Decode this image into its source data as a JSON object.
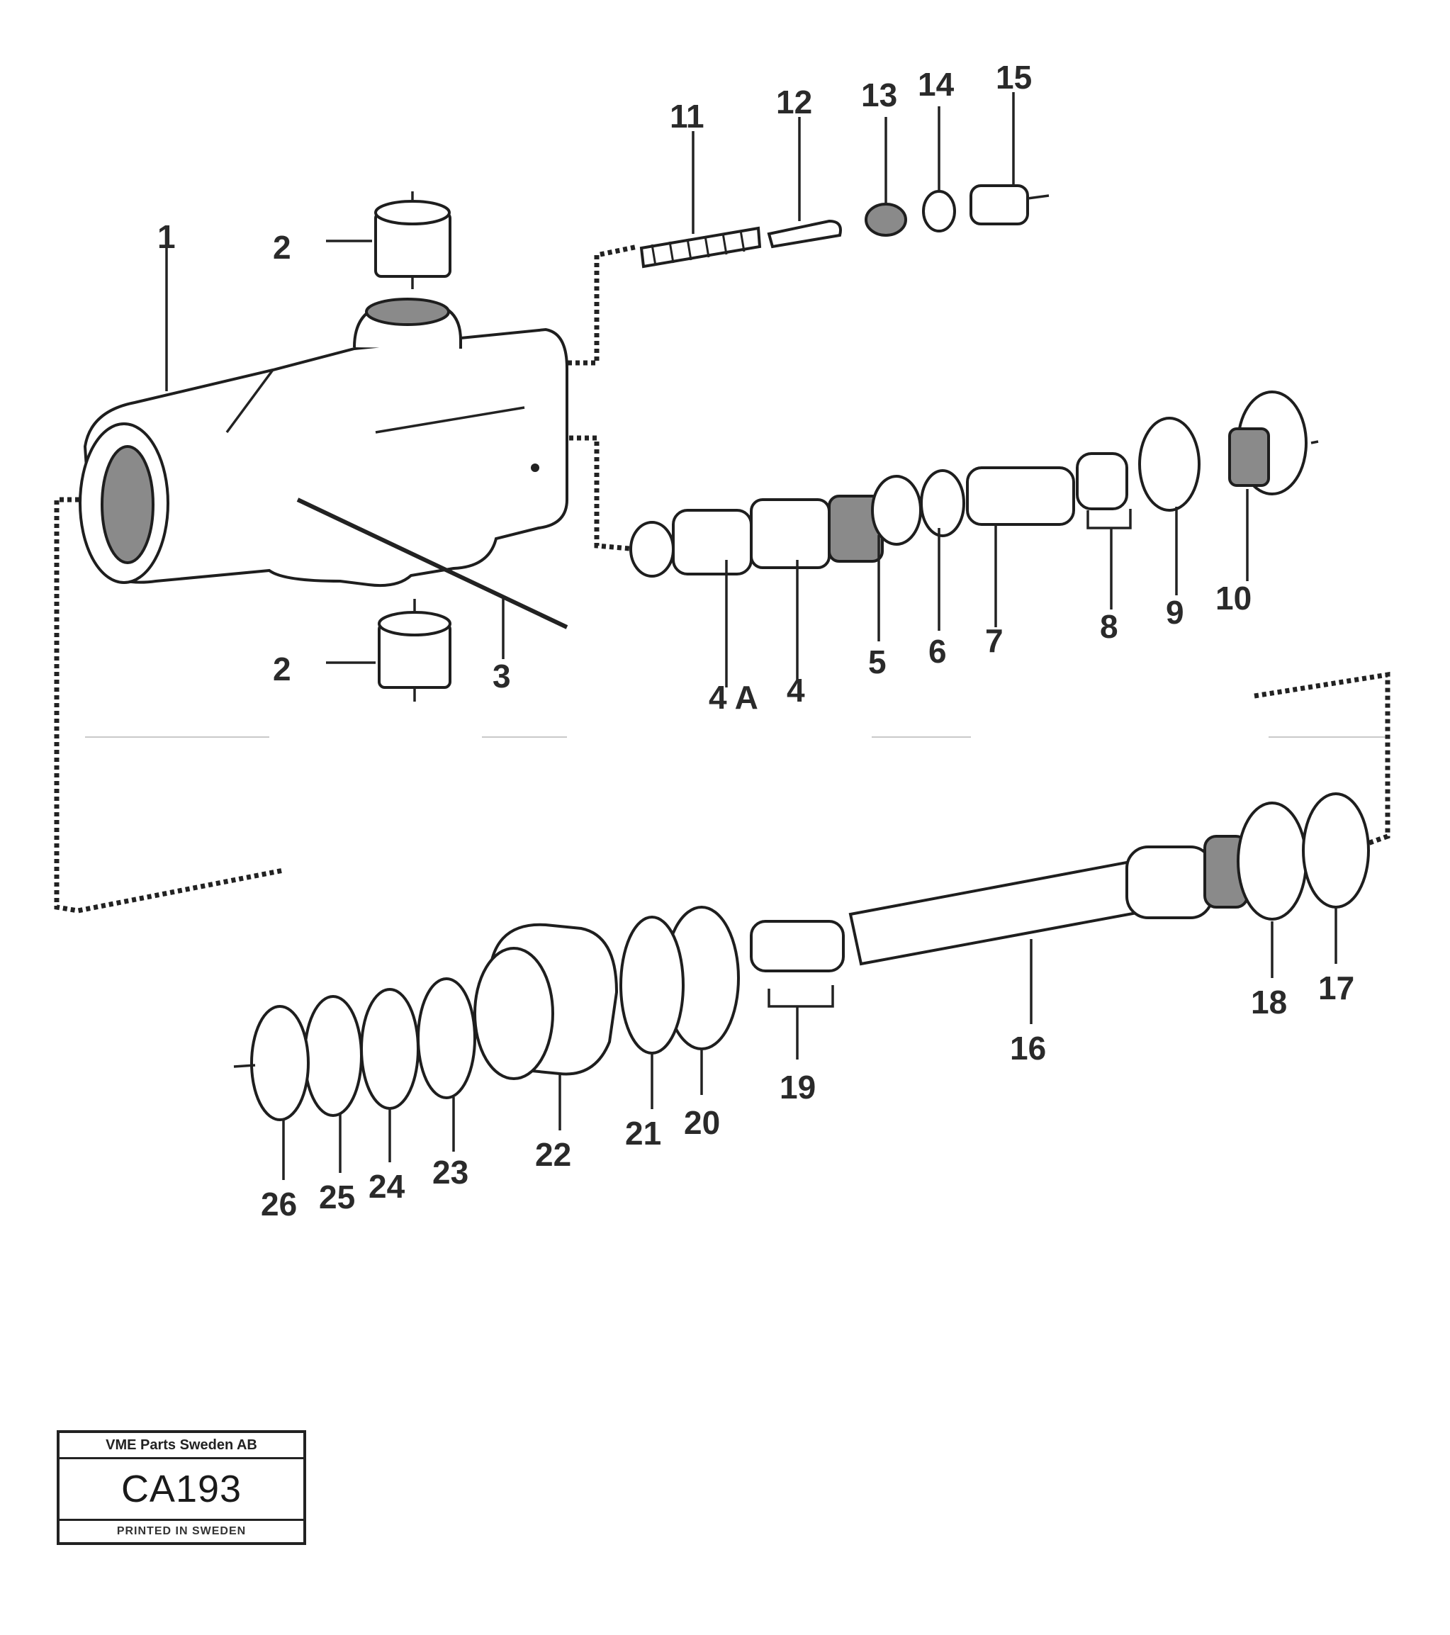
{
  "callouts": {
    "c1": "1",
    "c2a": "2",
    "c2b": "2",
    "c3": "3",
    "c4a": "4 A",
    "c4": "4",
    "c5": "5",
    "c6": "6",
    "c7": "7",
    "c8": "8",
    "c9": "9",
    "c10": "10",
    "c11": "11",
    "c12": "12",
    "c13": "13",
    "c14": "14",
    "c15": "15",
    "c16": "16",
    "c17": "17",
    "c18": "18",
    "c19": "19",
    "c20": "20",
    "c21": "21",
    "c22": "22",
    "c23": "23",
    "c24": "24",
    "c25": "25",
    "c26": "26"
  },
  "title_block": {
    "publisher": "VME Parts Sweden AB",
    "code": "CA193",
    "footer": "PRINTED IN SWEDEN"
  }
}
